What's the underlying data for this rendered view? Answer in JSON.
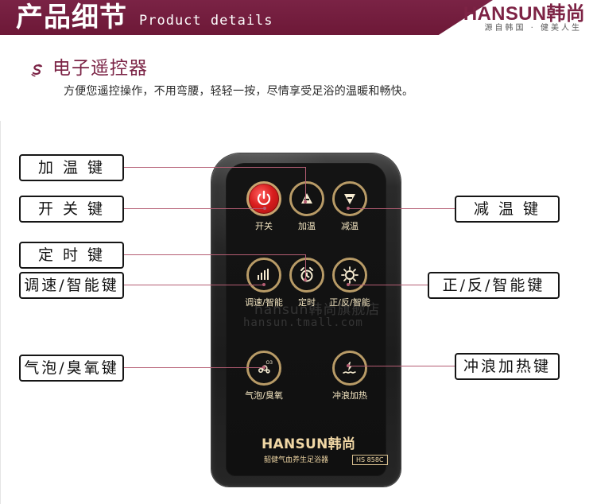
{
  "header": {
    "title": "产品细节",
    "subtitle": "Product details",
    "brand": "HANSUN韩尚",
    "slogan": "源自韩国 · 健美人生",
    "colors": {
      "accent": "#6d1837",
      "brand": "#7d2345"
    }
  },
  "section": {
    "icon": "s-logo-icon",
    "title": "电子遥控器",
    "description": "方便您遥控操作，不用弯腰，轻轻一按，尽情享受足浴的温暖和畅快。"
  },
  "remote": {
    "watermark_cn": "hansun韩尚旗舰店",
    "watermark_url": "hansun.tmall.com",
    "brand": "HANSUN韩尚",
    "series": "韶健",
    "product_name": "气血养生足浴器",
    "model": "HS 858C",
    "buttons": [
      {
        "label": "开关",
        "icon": "power-icon"
      },
      {
        "label": "加温",
        "icon": "up-triangle-icon"
      },
      {
        "label": "减温",
        "icon": "down-triangle-icon"
      },
      {
        "label": "调速/智能",
        "icon": "speed-bars-icon"
      },
      {
        "label": "定时",
        "icon": "alarm-clock-icon"
      },
      {
        "label": "正/反/智能",
        "icon": "rotate-icon"
      },
      {
        "label": "气泡/臭氧",
        "icon": "bubble-ozone-icon"
      },
      {
        "label": "冲浪加热",
        "icon": "wave-heat-icon"
      }
    ]
  },
  "callouts": {
    "left": [
      "加 温 键",
      "开 关 键",
      "定 时 键",
      "调速/智能键",
      "气泡/臭氧键"
    ],
    "right": [
      "减 温 键",
      "正/反/智能键",
      "冲浪加热键"
    ]
  }
}
